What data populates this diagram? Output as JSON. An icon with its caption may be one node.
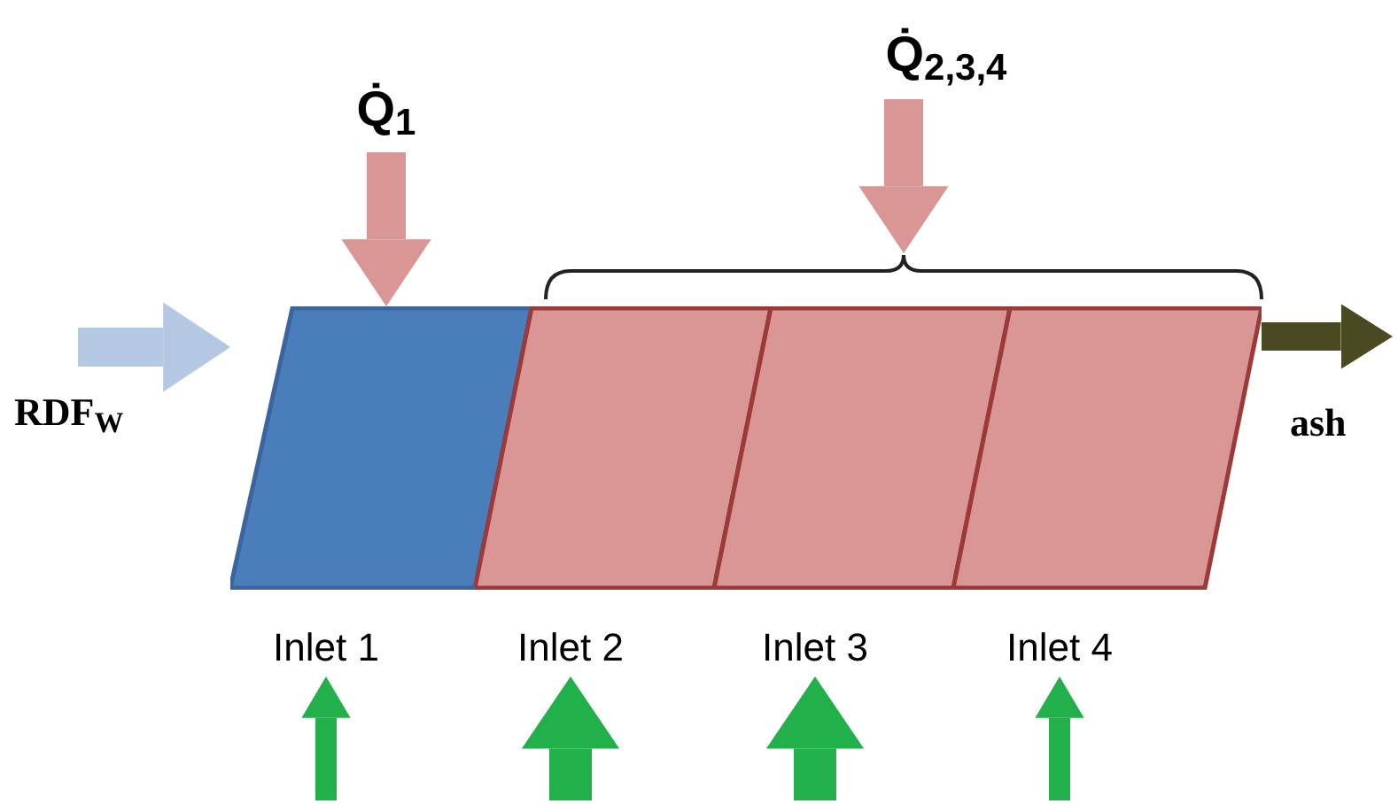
{
  "diagram": {
    "nodes": [
      {
        "text": [
          "Q̇$_{1}$"
        ]
      },
      {
        "text": [
          "Q̇$_{2,3,4}$"
        ]
      },
      {
        "text": [],
        "shape": "parallelogram"
      },
      {
        "text": [],
        "shape": "parallelogram"
      },
      {
        "text": [],
        "shape": "parallelogram"
      },
      {
        "text": [],
        "shape": "parallelogram"
      },
      {
        "text": [
          "Inlet 1"
        ]
      },
      {
        "text": [
          "Inlet 2"
        ]
      },
      {
        "text": [
          "Inlet 3"
        ]
      },
      {
        "text": [
          "Inlet 4"
        ]
      },
      {
        "text": [],
        "shape": "brace"
      }
    ],
    "edges": [
      {
        "from": 0,
        "to": 2,
        "arrow": "to",
        "color": "#d99694"
      },
      {
        "from": 1,
        "to": 10,
        "arrow": "to",
        "color": "#d99694"
      },
      {
        "from": null,
        "to": 2,
        "arrow": "to",
        "label": "RDF$_{W}$",
        "color": "#b4c8e4"
      },
      {
        "from": 5,
        "to": null,
        "arrow": "to",
        "label": "ash",
        "color": "#4a4a22"
      },
      {
        "from": null,
        "to": 6,
        "arrow": "to",
        "color": "#22b04b"
      },
      {
        "from": null,
        "to": 7,
        "arrow": "to",
        "color": "#22b04b"
      },
      {
        "from": null,
        "to": 8,
        "arrow": "to",
        "color": "#22b04b"
      },
      {
        "from": null,
        "to": 9,
        "arrow": "to",
        "color": "#22b04b"
      }
    ]
  }
}
